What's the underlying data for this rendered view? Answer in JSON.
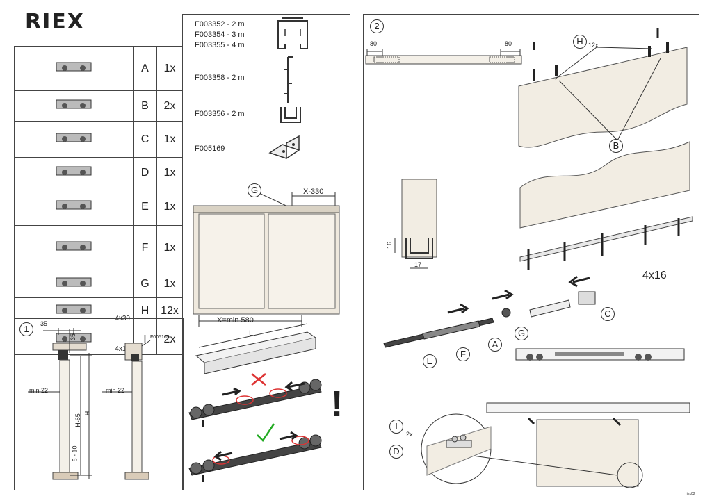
{
  "brand": "RIEX",
  "parts": [
    {
      "letter": "A",
      "qty": "1x",
      "sub": "",
      "icon": "roller-carriage-icon"
    },
    {
      "letter": "B",
      "qty": "2x",
      "sub": "",
      "icon": "mounting-plate-icon"
    },
    {
      "letter": "C",
      "qty": "1x",
      "sub": "",
      "icon": "end-stop-icon"
    },
    {
      "letter": "D",
      "qty": "1x",
      "sub": "",
      "icon": "guide-plate-icon"
    },
    {
      "letter": "E",
      "qty": "1x",
      "sub": "",
      "icon": "activator-arm-icon"
    },
    {
      "letter": "F",
      "qty": "1x",
      "sub": "",
      "icon": "soft-close-damper-icon"
    },
    {
      "letter": "G",
      "qty": "1x",
      "sub": "",
      "icon": "trigger-clip-icon"
    },
    {
      "letter": "H",
      "qty": "12x",
      "sub": "4x30",
      "icon": "screw-4x30-icon"
    },
    {
      "letter": "I",
      "qty": "2x",
      "sub": "4x16",
      "icon": "screw-4x16-icon"
    }
  ],
  "profiles": {
    "track_codes": [
      "F003352 - 2 m",
      "F003354 - 3 m",
      "F003355 - 4 m"
    ],
    "fascia_code": "F003358 - 2 m",
    "floor_guide_code": "F003356 - 2 m",
    "bracket_code": "F005169"
  },
  "diagram_top": {
    "label_g": "G",
    "dim_x": "X-330",
    "dim_min": "X=min 580",
    "dim_l": "L"
  },
  "step1": {
    "num": "1",
    "dim35a": "35",
    "dim35b": "35",
    "min22a": "min 22",
    "min22b": "min 22",
    "h65": "H-65",
    "h": "H",
    "gap": "6 - 10",
    "bracket_ref": "F005169"
  },
  "warning": "!",
  "step2": {
    "num": "2",
    "dim80a": "80",
    "dim80b": "80",
    "h_label": "H",
    "h_qty": "12x",
    "b_label": "B",
    "dim16": "16",
    "dim17": "17",
    "screw": "4x16",
    "labels": {
      "c": "C",
      "a": "A",
      "g": "G",
      "f": "F",
      "e": "E",
      "i": "I",
      "i_qty": "2x",
      "d": "D"
    }
  },
  "footer": "riex02"
}
